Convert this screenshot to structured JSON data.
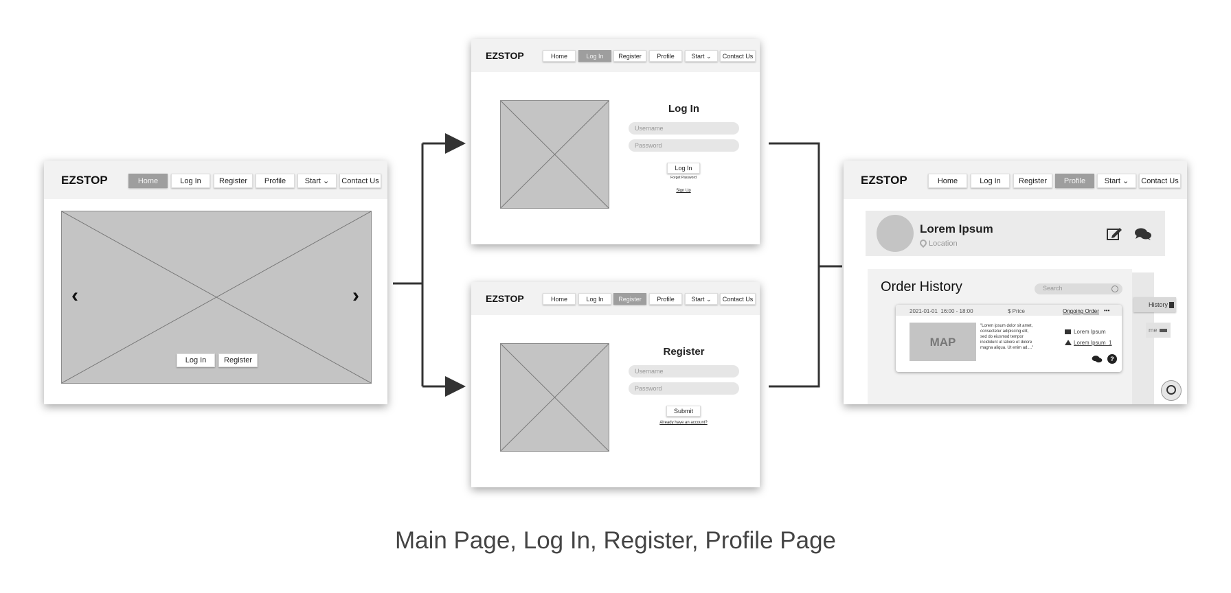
{
  "brand": "EZSTOP",
  "nav": {
    "home": "Home",
    "login": "Log In",
    "register": "Register",
    "profile": "Profile",
    "start": "Start ⌄",
    "contact": "Contact Us"
  },
  "main_page": {
    "prev_icon": "chevron-left-icon",
    "next_icon": "chevron-right-icon",
    "login_button": "Log In",
    "register_button": "Register"
  },
  "login_page": {
    "title": "Log In",
    "username_placeholder": "Username",
    "password_placeholder": "Password",
    "submit": "Log In",
    "forgot": "Forget Password",
    "signup": "Sign Up"
  },
  "register_page": {
    "title": "Register",
    "username_placeholder": "Username",
    "password_placeholder": "Password",
    "submit": "Submit",
    "have_account": "Already have an account?"
  },
  "profile_page": {
    "name": "Lorem Ipsum",
    "location": "Location",
    "order_history_title": "Order History",
    "search_placeholder": "Search",
    "side_tab_history": "History",
    "side_tab_partial": "me",
    "order": {
      "datetime": "2021-01-01  16:00 - 18:00",
      "price": "$ Price",
      "status": "Ongoing Order",
      "more": "•••",
      "map": "MAP",
      "description": "\"Lorem ipsum dolor sit amet, consectetur adipiscing elit, sed do eiusmod tempor incididunt ut labore et dolore magna aliqua. Ut enim ad....\"",
      "vendor": "Lorem Ipsum",
      "address": "Lorem Ipsum_1"
    }
  },
  "caption": "Main Page, Log In, Register, Profile Page",
  "colors": {
    "placeholder": "#c4c4c4",
    "active_nav": "#9e9e9e",
    "navbar": "#f2f2f2",
    "connector": "#333333"
  }
}
